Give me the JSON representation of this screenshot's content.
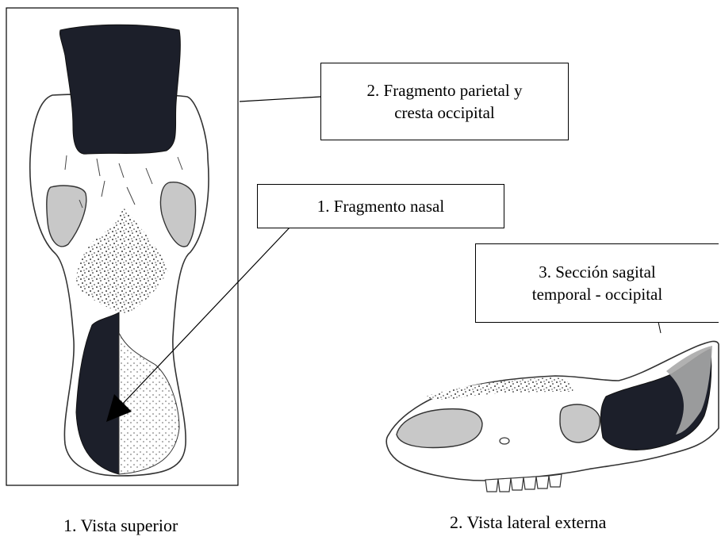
{
  "labels": {
    "parietal": {
      "line1": "2. Fragmento parietal y",
      "line2": "cresta occipital"
    },
    "nasal": "1. Fragmento nasal",
    "sagittal": {
      "line1": "3. Sección sagital",
      "line2": "temporal - occipital"
    }
  },
  "captions": {
    "superior": "1. Vista superior",
    "lateral": "2. Vista lateral externa"
  },
  "colors": {
    "dark_fragment": "#1c1f2a",
    "gray_area": "#c8c8c8",
    "outline": "#333333"
  }
}
